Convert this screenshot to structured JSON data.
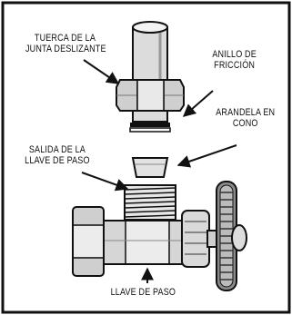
{
  "labels": {
    "nut": [
      "TUERCA DE LA",
      "JUNTA DESLIZANTE"
    ],
    "friction_ring": [
      "ANILLO DE",
      "FRICCIÓN"
    ],
    "cone_washer": [
      "ARANDELA EN",
      "CONO"
    ],
    "valve_outlet": [
      "SALIDA DE LA",
      "LLAVE DE PASO"
    ],
    "valve": "LLAVE DE PASO"
  },
  "colors": {
    "frame": "#111111",
    "ink": "#111111",
    "shade": "#bdbdbd",
    "light": "#e6e6e6"
  }
}
